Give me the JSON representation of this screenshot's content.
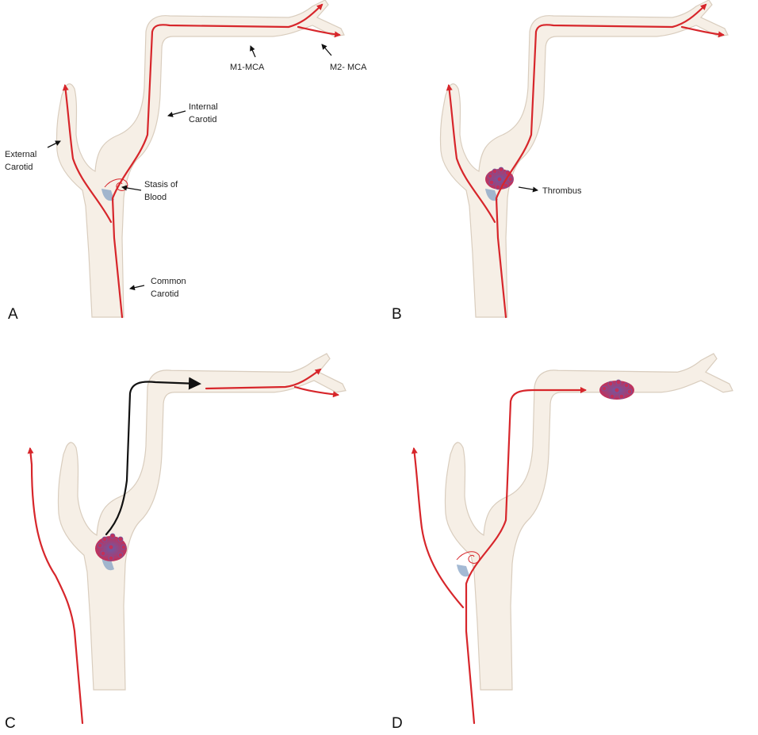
{
  "colors": {
    "vessel": "#f6efe6",
    "vessel_edge": "#d9cdbe",
    "flow": "#d7262b",
    "embolus_path": "#111111",
    "thrombus": "#b0305a",
    "stasis": "#7d9cc2"
  },
  "panels": [
    {
      "letter": "A",
      "labels": {
        "m1": "M1-MCA",
        "m2": "M2- MCA",
        "internal_1": "Internal",
        "internal_2": "Carotid",
        "external_1": "External",
        "external_2": "Carotid",
        "stasis_1": "Stasis of",
        "stasis_2": "Blood",
        "common_1": "Common",
        "common_2": "Carotid"
      }
    },
    {
      "letter": "B",
      "labels": {
        "thrombus": "Thrombus"
      }
    },
    {
      "letter": "C"
    },
    {
      "letter": "D"
    }
  ]
}
